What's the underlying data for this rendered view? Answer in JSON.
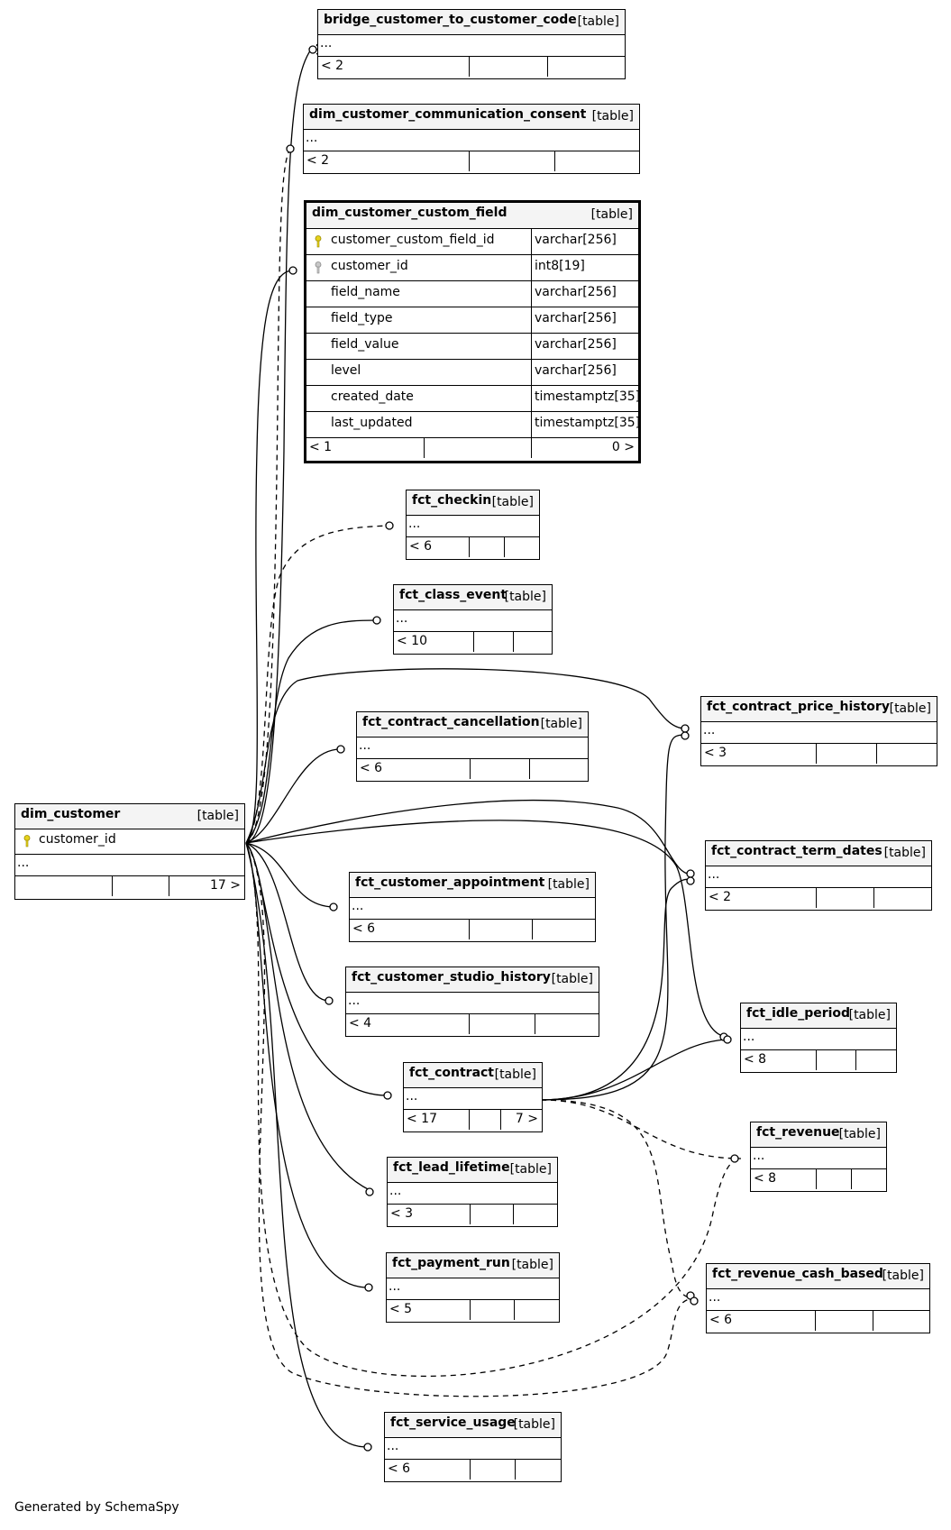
{
  "footer": "Generated by SchemaSpy",
  "table_type_label": "[table]",
  "ellipsis": "...",
  "tables": {
    "bridge": {
      "name": "bridge_customer_to_customer_code",
      "left": "< 2"
    },
    "consent": {
      "name": "dim_customer_communication_consent",
      "left": "< 2"
    },
    "custom_field": {
      "name": "dim_customer_custom_field",
      "columns": [
        {
          "name": "customer_custom_field_id",
          "type": "varchar[256]",
          "key": "primary"
        },
        {
          "name": "customer_id",
          "type": "int8[19]",
          "key": "foreign"
        },
        {
          "name": "field_name",
          "type": "varchar[256]",
          "key": ""
        },
        {
          "name": "field_type",
          "type": "varchar[256]",
          "key": ""
        },
        {
          "name": "field_value",
          "type": "varchar[256]",
          "key": ""
        },
        {
          "name": "level",
          "type": "varchar[256]",
          "key": ""
        },
        {
          "name": "created_date",
          "type": "timestamptz[35]",
          "key": ""
        },
        {
          "name": "last_updated",
          "type": "timestamptz[35]",
          "key": ""
        }
      ],
      "left": "< 1",
      "right": "0 >"
    },
    "checkin": {
      "name": "fct_checkin",
      "left": "< 6"
    },
    "class_event": {
      "name": "fct_class_event",
      "left": "< 10"
    },
    "price_history": {
      "name": "fct_contract_price_history",
      "left": "< 3"
    },
    "cancellation": {
      "name": "fct_contract_cancellation",
      "left": "< 6"
    },
    "dim_customer": {
      "name": "dim_customer",
      "columns": [
        {
          "name": "customer_id",
          "key": "primary"
        }
      ],
      "right": "17 >"
    },
    "term_dates": {
      "name": "fct_contract_term_dates",
      "left": "< 2"
    },
    "appointment": {
      "name": "fct_customer_appointment",
      "left": "< 6"
    },
    "studio_history": {
      "name": "fct_customer_studio_history",
      "left": "< 4"
    },
    "idle_period": {
      "name": "fct_idle_period",
      "left": "< 8"
    },
    "contract": {
      "name": "fct_contract",
      "left": "< 17",
      "right": "7 >"
    },
    "revenue": {
      "name": "fct_revenue",
      "left": "< 8"
    },
    "lead_lifetime": {
      "name": "fct_lead_lifetime",
      "left": "< 3"
    },
    "payment_run": {
      "name": "fct_payment_run",
      "left": "< 5"
    },
    "revenue_cash": {
      "name": "fct_revenue_cash_based",
      "left": "< 6"
    },
    "service_usage": {
      "name": "fct_service_usage",
      "left": "< 6"
    }
  },
  "relationships": [
    {
      "from": "dim_customer",
      "to": "bridge",
      "style": "solid"
    },
    {
      "from": "dim_customer",
      "to": "consent",
      "style": "dashed"
    },
    {
      "from": "dim_customer",
      "to": "custom_field",
      "style": "solid"
    },
    {
      "from": "dim_customer",
      "to": "checkin",
      "style": "dashed"
    },
    {
      "from": "dim_customer",
      "to": "class_event",
      "style": "solid"
    },
    {
      "from": "dim_customer",
      "to": "price_history",
      "style": "solid"
    },
    {
      "from": "dim_customer",
      "to": "cancellation",
      "style": "solid"
    },
    {
      "from": "dim_customer",
      "to": "term_dates",
      "style": "solid"
    },
    {
      "from": "dim_customer",
      "to": "appointment",
      "style": "solid"
    },
    {
      "from": "dim_customer",
      "to": "studio_history",
      "style": "solid"
    },
    {
      "from": "dim_customer",
      "to": "idle_period",
      "style": "solid"
    },
    {
      "from": "dim_customer",
      "to": "contract",
      "style": "solid"
    },
    {
      "from": "dim_customer",
      "to": "revenue",
      "style": "dashed"
    },
    {
      "from": "dim_customer",
      "to": "lead_lifetime",
      "style": "solid"
    },
    {
      "from": "dim_customer",
      "to": "payment_run",
      "style": "solid"
    },
    {
      "from": "dim_customer",
      "to": "revenue_cash",
      "style": "dashed"
    },
    {
      "from": "dim_customer",
      "to": "service_usage",
      "style": "solid"
    },
    {
      "from": "contract",
      "to": "price_history",
      "style": "solid"
    },
    {
      "from": "contract",
      "to": "term_dates",
      "style": "solid"
    },
    {
      "from": "contract",
      "to": "idle_period",
      "style": "solid"
    },
    {
      "from": "contract",
      "to": "revenue",
      "style": "dashed"
    },
    {
      "from": "contract",
      "to": "revenue_cash",
      "style": "dashed"
    }
  ]
}
